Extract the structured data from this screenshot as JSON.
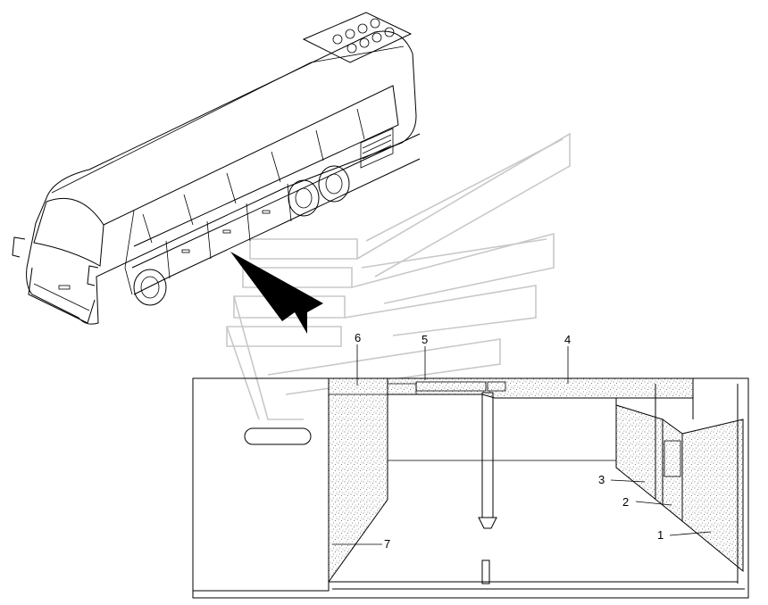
{
  "callouts": [
    {
      "id": "1",
      "text": "1"
    },
    {
      "id": "2",
      "text": "2"
    },
    {
      "id": "3",
      "text": "3"
    },
    {
      "id": "4",
      "text": "4"
    },
    {
      "id": "5",
      "text": "5"
    },
    {
      "id": "6",
      "text": "6"
    },
    {
      "id": "7",
      "text": "7"
    }
  ],
  "colors": {
    "line": "#000000",
    "watermark": "#c8c8c8",
    "speckle": "#555555"
  },
  "icons": {
    "bus": "coach-bus-icon",
    "pointer": "arrow-pointer-icon",
    "watermark": "brand-watermark-logo"
  }
}
